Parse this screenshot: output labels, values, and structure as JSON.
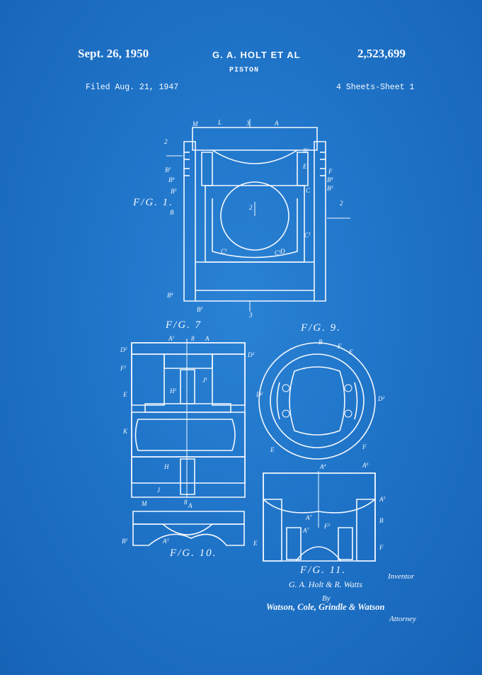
{
  "header": {
    "date": "Sept. 26, 1950",
    "inventors": "G. A. HOLT ET AL",
    "patent_number": "2,523,699",
    "subject": "PISTON",
    "filed": "Filed Aug. 21, 1947",
    "sheet_info": "4 Sheets-Sheet 1"
  },
  "figures": {
    "fig1": "F/G. 1.",
    "fig7": "F/G. 7",
    "fig9": "F/G. 9.",
    "fig10": "F/G. 10.",
    "fig11": "F/G. 11."
  },
  "footer": {
    "inventor_label": "Inventor",
    "inventor_signature": "G. A. Holt & R. Watts",
    "by": "By",
    "attorney_signature": "Watson, Cole, Grindle & Watson",
    "attorney_label": "Attorney"
  },
  "colors": {
    "paper": "#1f74c8",
    "ink": "#f4f8ff"
  }
}
